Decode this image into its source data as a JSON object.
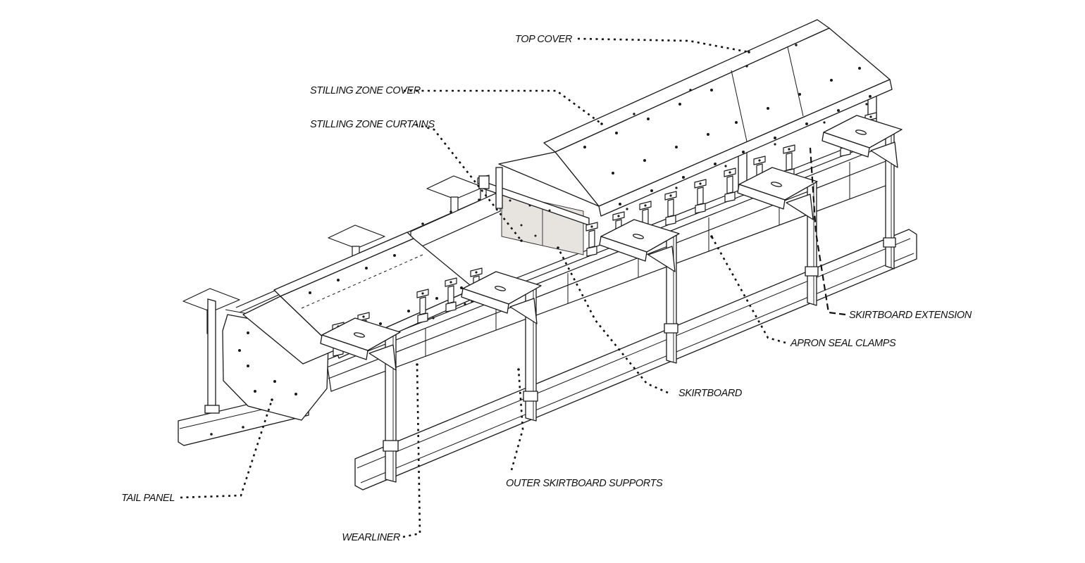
{
  "figure": {
    "type": "isometric technical line illustration",
    "subject": "conveyor load-zone skirtboard assembly exploded callout diagram",
    "background_color": "#ffffff",
    "line_color": "#1a1a1a",
    "curtain_fill_color": "#e7e4e0",
    "labels": {
      "top_cover": "TOP COVER",
      "stilling_zone_cover": "STILLING ZONE COVER",
      "stilling_zone_curtains": "STILLING ZONE CURTAINS",
      "skirtboard_extension": "SKIRTBOARD EXTENSION",
      "apron_seal_clamps": "APRON SEAL CLAMPS",
      "skirtboard": "SKIRTBOARD",
      "outer_skirtboard_supports": "OUTER SKIRTBOARD SUPPORTS",
      "wearliner": "WEARLINER",
      "tail_panel": "TAIL PANEL"
    }
  }
}
